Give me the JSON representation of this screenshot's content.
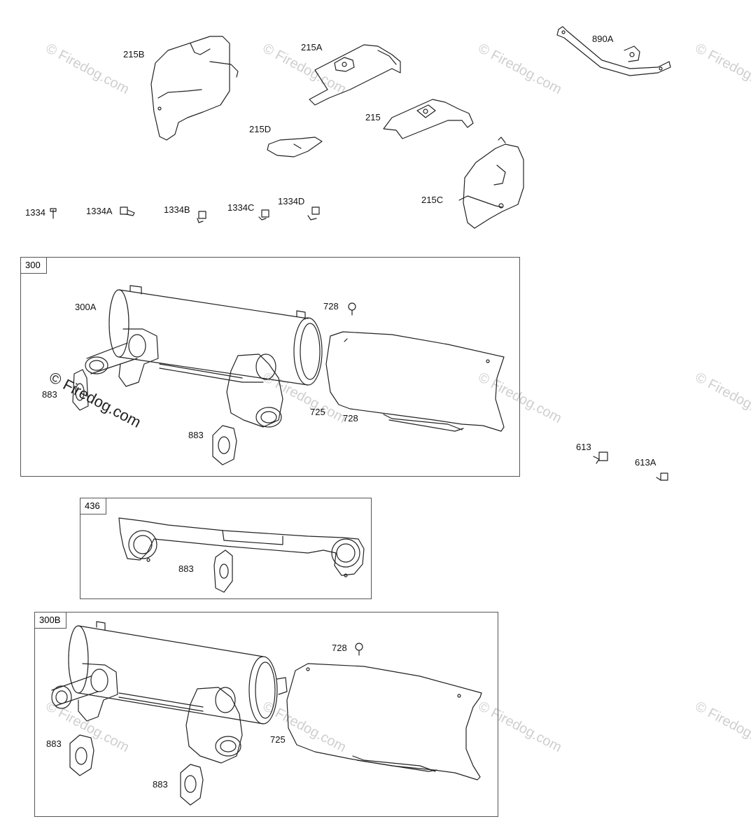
{
  "watermark": "© Firedog.com",
  "labels": {
    "l215B": "215B",
    "l215A": "215A",
    "l890A": "890A",
    "l215": "215",
    "l215D": "215D",
    "l215C": "215C",
    "l1334": "1334",
    "l1334A": "1334A",
    "l1334B": "1334B",
    "l1334C": "1334C",
    "l1334D": "1334D",
    "l300A": "300A",
    "l728a": "728",
    "l883a": "883",
    "l725a": "725",
    "l728b": "728",
    "l883b": "883",
    "l613": "613",
    "l613A": "613A",
    "l883c": "883",
    "l728c": "728",
    "l883d": "883",
    "l725b": "725",
    "l883e": "883"
  },
  "frames": {
    "f300": "300",
    "f436": "436",
    "f300B": "300B"
  }
}
